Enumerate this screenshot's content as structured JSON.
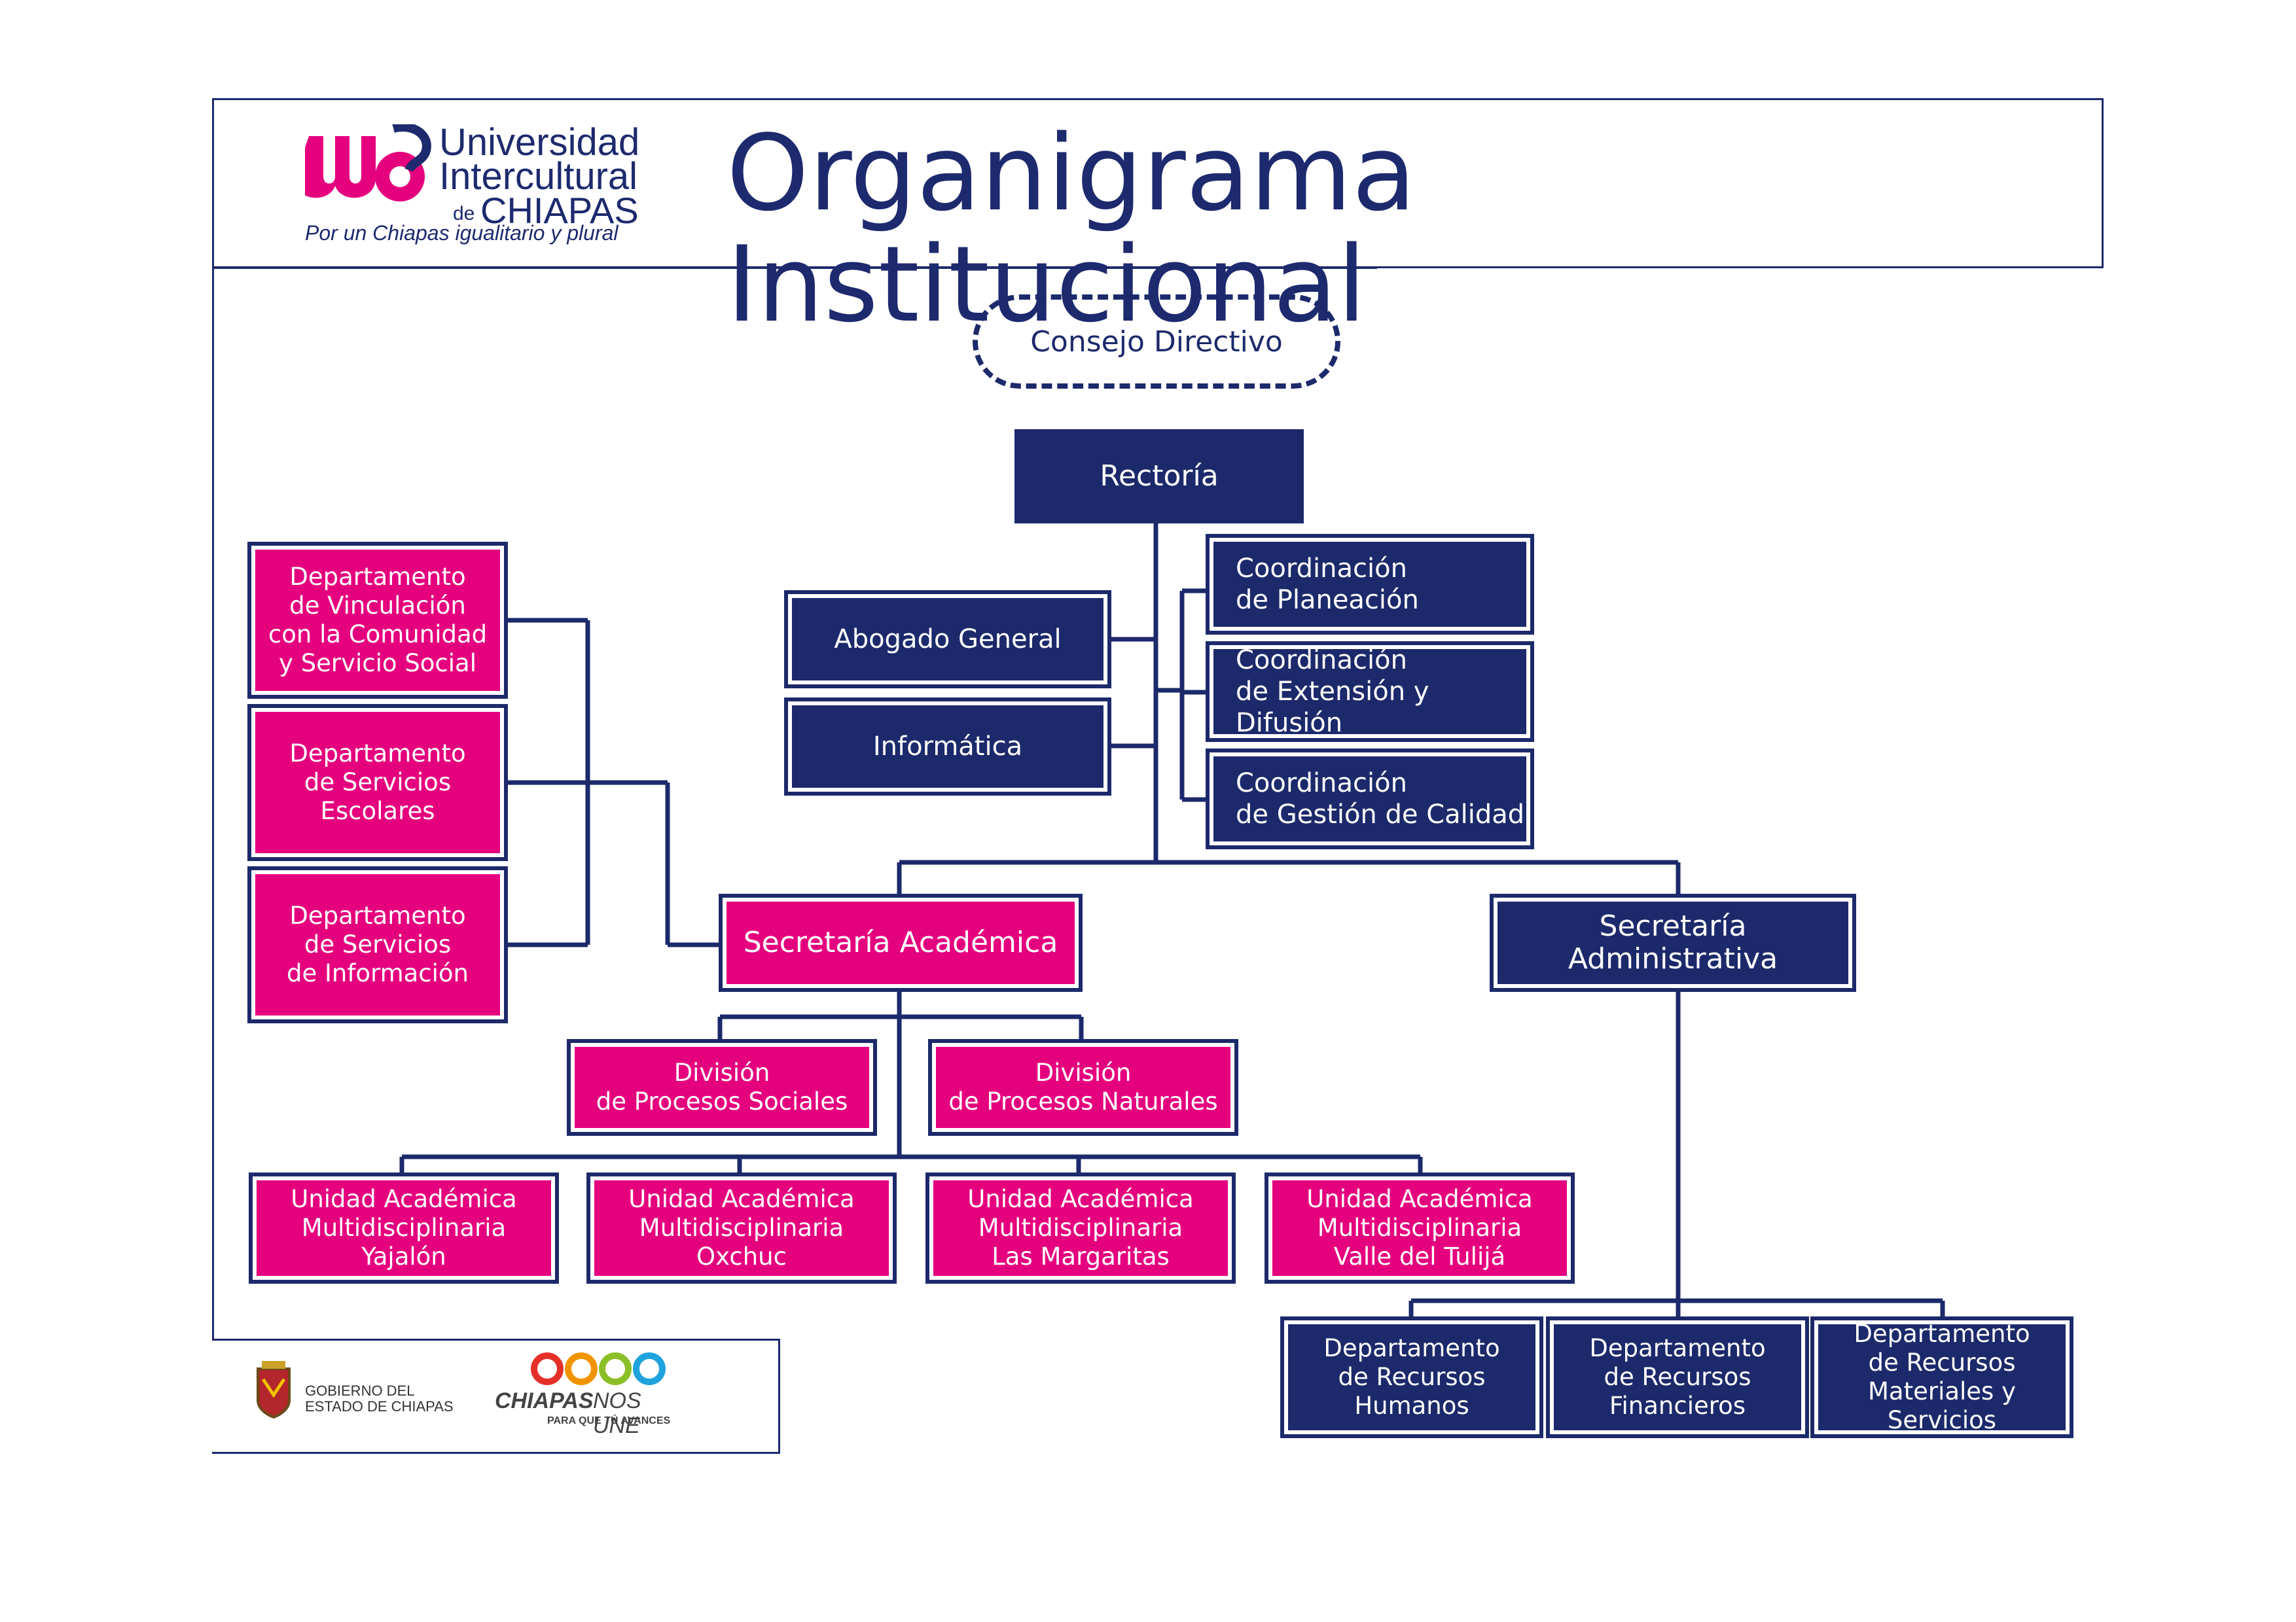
{
  "header": {
    "title": "Organigrama Institucional",
    "logo": {
      "line1": "Universidad",
      "line2": "Intercultural",
      "line3_prefix": "de",
      "line3": "CHIAPAS",
      "tagline": "Por un Chiapas igualitario y plural"
    }
  },
  "chart": {
    "consejo": "Consejo Directivo",
    "rectoria": "Rectoría",
    "abogado": "Abogado General",
    "informatica": "Informática",
    "coord_planeacion": "Coordinación\nde Planeación",
    "coord_extension": "Coordinación\nde Extensión y Difusión",
    "coord_calidad": "Coordinación\nde Gestión de Calidad",
    "dep_vinculacion": "Departamento\nde Vinculación\ncon la Comunidad\ny Servicio Social",
    "dep_escolares": "Departamento\nde Servicios\nEscolares",
    "dep_informacion": "Departamento\nde Servicios\nde Información",
    "sec_academica": "Secretaría Académica",
    "sec_administrativa": "Secretaría Administrativa",
    "div_sociales": "División\nde Procesos Sociales",
    "div_naturales": "División\nde Procesos Naturales",
    "uam_yajalon": "Unidad Académica\nMultidisciplinaria\nYajalón",
    "uam_oxchuc": "Unidad Académica\nMultidisciplinaria\nOxchuc",
    "uam_margaritas": "Unidad Académica\nMultidisciplinaria\nLas Margaritas",
    "uam_tulija": "Unidad Académica\nMultidisciplinaria\nValle del Tulijá",
    "dep_humanos": "Departamento\nde Recursos\nHumanos",
    "dep_financieros": "Departamento\nde Recursos\nFinancieros",
    "dep_materiales": "Departamento\nde Recursos\nMateriales y Servicios"
  },
  "footer": {
    "gobierno_line1": "GOBIERNO DEL",
    "gobierno_line2": "ESTADO DE CHIAPAS",
    "chiapas_brand": "CHIAPAS",
    "chiapas_brand2": "NOS UNE",
    "chiapas_tagline": "PARA QUE TÚ AVANCES"
  },
  "colors": {
    "navy": "#1c2a6b",
    "pink": "#e5007e"
  }
}
